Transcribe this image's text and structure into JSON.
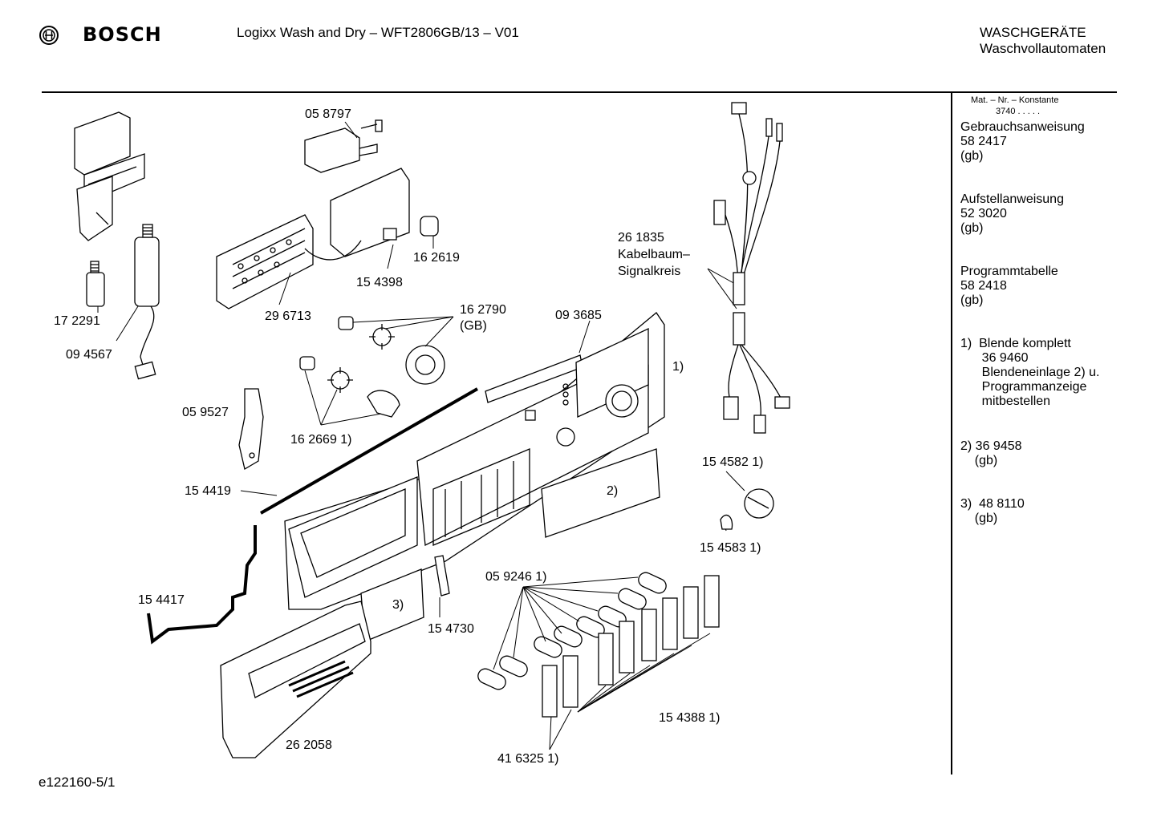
{
  "header": {
    "brand": "BOSCH",
    "title": "Logixx Wash and Dry – WFT2806GB/13 – V01",
    "category_line1": "WASCHGERÄTE",
    "category_line2": "Waschvollautomaten"
  },
  "sidebar": {
    "mat_header": "Mat. – Nr. – Konstante",
    "mat_value": "3740  .  .  .  .  .",
    "blocks": [
      "Gebrauchsanweisung\n58 2417\n(gb)",
      "Aufstellanweisung\n52 3020\n(gb)",
      "Programmtabelle\n58 2418\n(gb)",
      "1)  Blende komplett\n      36 9460\n      Blendeneinlage 2) u.\n      Programmanzeige\n      mitbestellen",
      "2) 36 9458\n    (gb)",
      "3)  48 8110\n    (gb)"
    ]
  },
  "parts": {
    "p058797": "05 8797",
    "p172291": "17 2291",
    "p094567": "09 4567",
    "p296713": "29 6713",
    "p154398": "15 4398",
    "p162619": "16 2619",
    "p162790": "16 2790",
    "p162790gb": "(GB)",
    "p093685": "09 3685",
    "p261835": "26 1835",
    "p_kabel": "Kabelbaum–",
    "p_signal": "Signalkreis",
    "p059527": "05 9527",
    "p162669": "16 2669 1)",
    "note1": "1)",
    "note2": "2)",
    "note3": "3)",
    "p154419": "15 4419",
    "p154417": "15 4417",
    "p154582": "15 4582 1)",
    "p154583": "15 4583 1)",
    "p059246": "05 9246 1)",
    "p154730": "15 4730",
    "p154388": "15 4388 1)",
    "p262058": "26 2058",
    "p416325": "41 6325 1)"
  },
  "footer": {
    "code": "e122160-5/1"
  }
}
